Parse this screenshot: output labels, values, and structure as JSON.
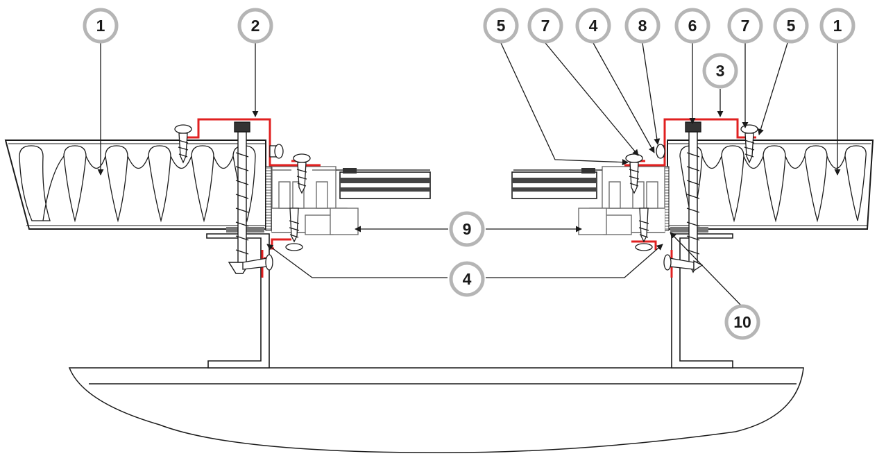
{
  "callouts": {
    "c1_left": "1",
    "c2": "2",
    "c3": "3",
    "c4_top": "4",
    "c4_bottom": "4",
    "c5_left": "5",
    "c5_right": "5",
    "c6": "6",
    "c7_left": "7",
    "c7_right": "7",
    "c8": "8",
    "c9": "9",
    "c10": "10",
    "c1_right": "1"
  },
  "colors": {
    "line": "#1a1a1a",
    "seal": "#e02020",
    "callout_ring": "#b5b5b5",
    "profile_grey": "#6e6e6e"
  }
}
